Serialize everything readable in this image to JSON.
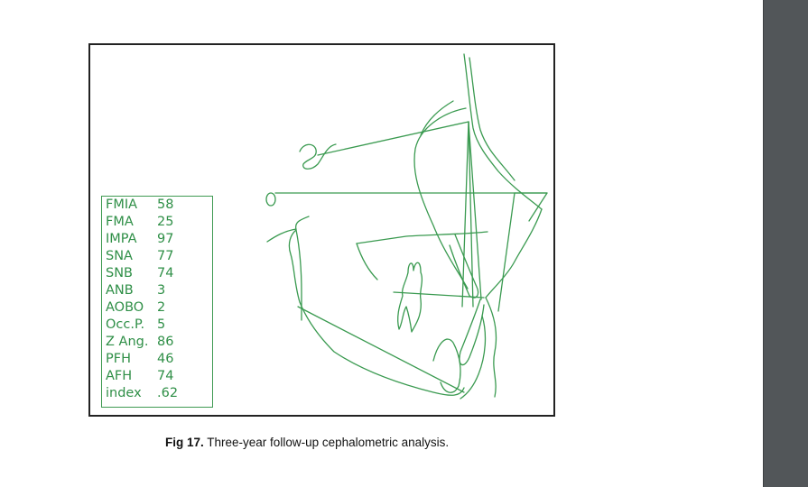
{
  "figure": {
    "line_color": "#3a9a50",
    "measurements": [
      {
        "label": "FMIA",
        "value": "58"
      },
      {
        "label": "FMA",
        "value": "25"
      },
      {
        "label": "IMPA",
        "value": "97"
      },
      {
        "label": "SNA",
        "value": "77"
      },
      {
        "label": "SNB",
        "value": "74"
      },
      {
        "label": "ANB",
        "value": "3"
      },
      {
        "label": "AOBO",
        "value": "2"
      },
      {
        "label": "Occ.P.",
        "value": "5"
      },
      {
        "label": "Z Ang.",
        "value": "86"
      },
      {
        "label": "PFH",
        "value": "46"
      },
      {
        "label": "AFH",
        "value": "74"
      },
      {
        "label": "index",
        "value": ".62"
      }
    ]
  },
  "caption": {
    "label": "Fig 17.",
    "text": "Three-year follow-up cephalometric analysis."
  }
}
